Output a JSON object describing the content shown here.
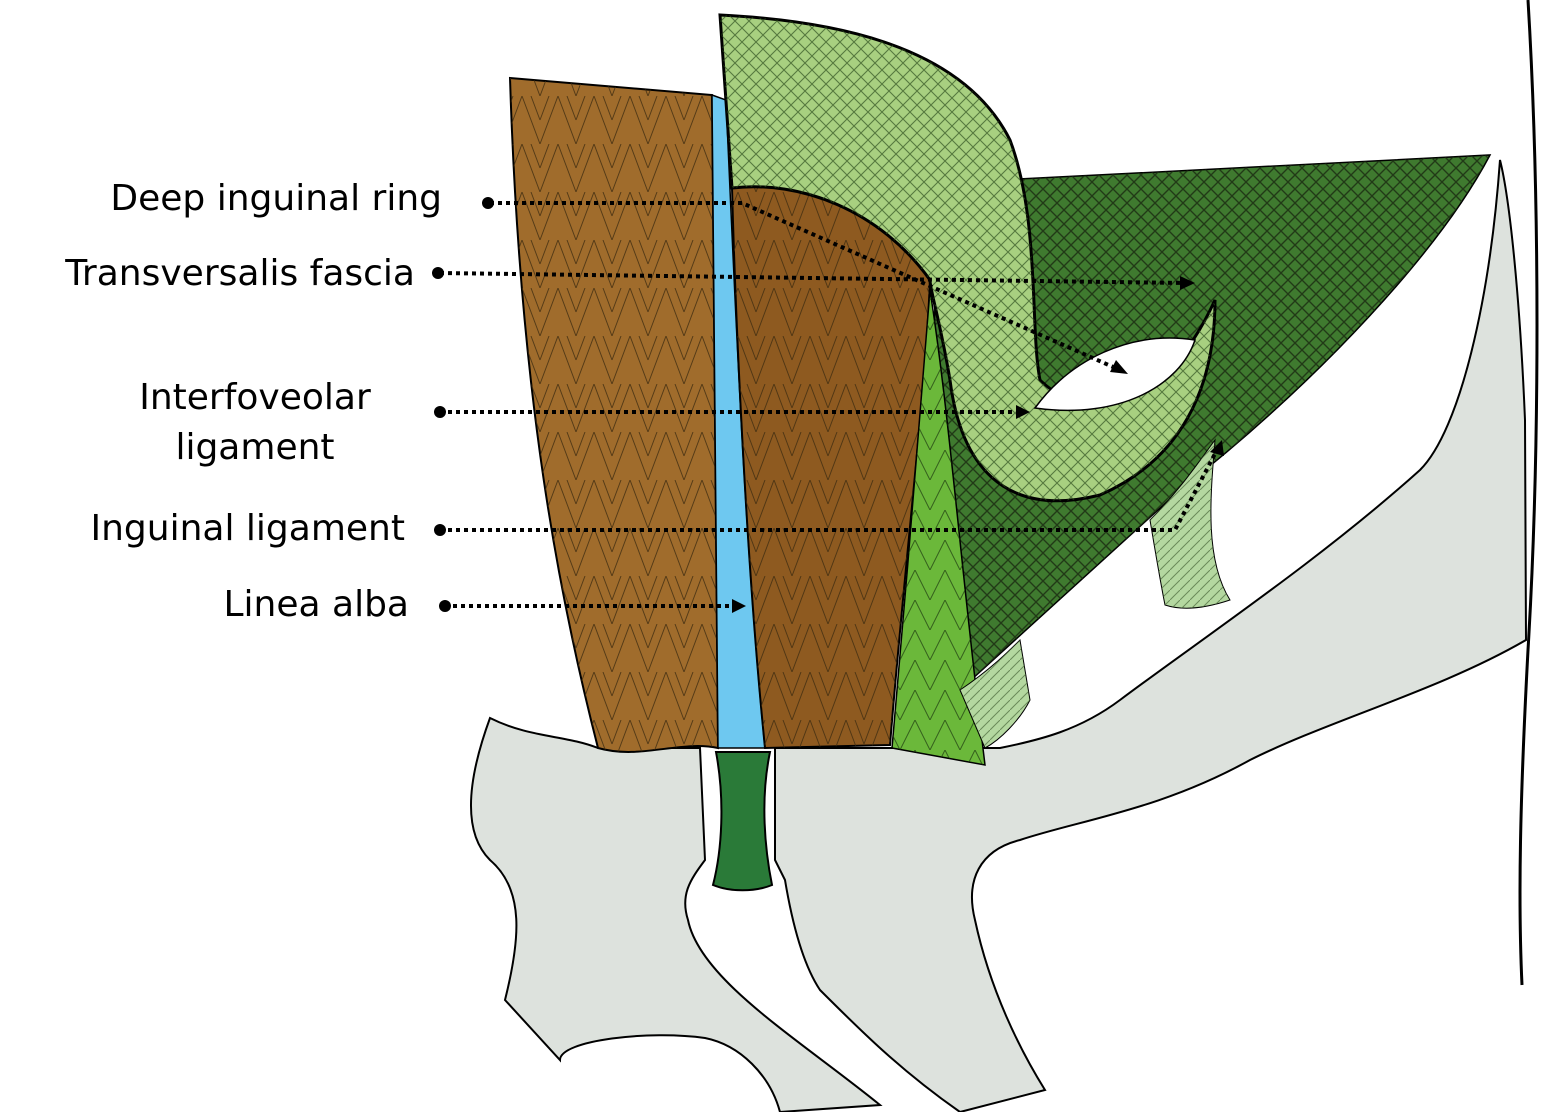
{
  "labels": {
    "deep_inguinal_ring": "Deep inguinal ring",
    "transversalis_fascia": "Transversalis fascia",
    "interfoveolar_line1": "Interfoveolar",
    "interfoveolar_line2": "ligament",
    "inguinal_ligament": "Inguinal ligament",
    "linea_alba": "Linea alba"
  },
  "colors": {
    "rectus_left": "#a06c2c",
    "rectus_right": "#8e5a20",
    "linea_alba": "#6ec8f0",
    "bone": "#dde2dd",
    "symphysis": "#2a7a38",
    "green_dark": "#3f7a2f",
    "green_light": "#a8d080",
    "green_mid": "#6bb83a",
    "ligament_pale": "#b4d8a0"
  }
}
